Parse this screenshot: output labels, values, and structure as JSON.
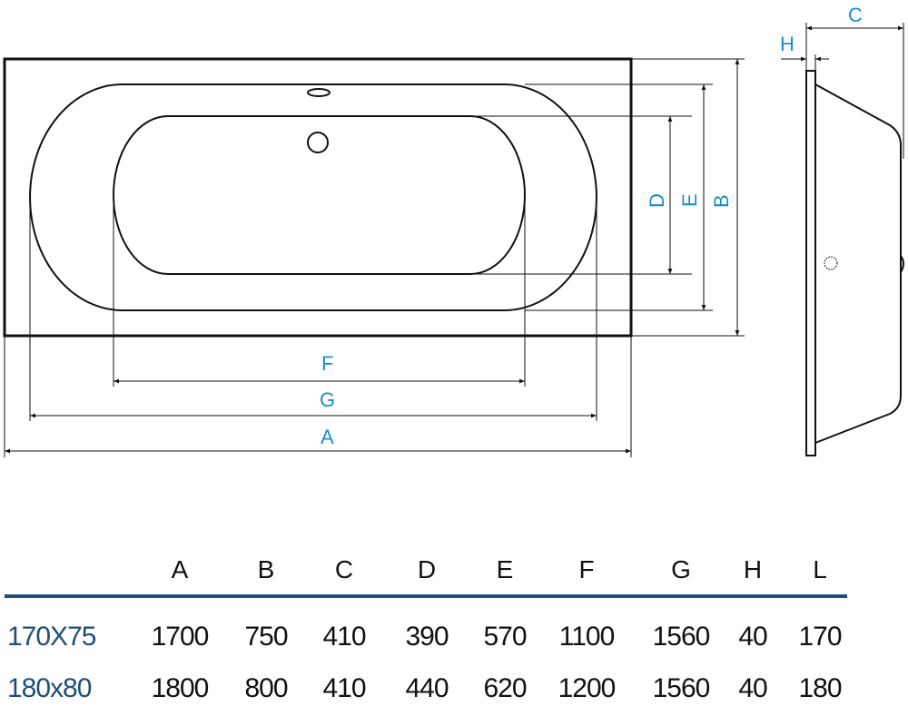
{
  "drawing": {
    "labels": {
      "A": "A",
      "B": "B",
      "C": "C",
      "D": "D",
      "E": "E",
      "F": "F",
      "G": "G",
      "H": "H"
    },
    "label_color": "#1a8ccc"
  },
  "table": {
    "headers": [
      "A",
      "B",
      "C",
      "D",
      "E",
      "F",
      "G",
      "H",
      "L"
    ],
    "rows": [
      {
        "label": "170X75",
        "values": [
          "1700",
          "750",
          "410",
          "390",
          "570",
          "1100",
          "1560",
          "40",
          "170"
        ]
      },
      {
        "label": "180x80",
        "values": [
          "1800",
          "800",
          "410",
          "440",
          "620",
          "1200",
          "1560",
          "40",
          "180"
        ]
      }
    ],
    "rule_color": "#1f4e7a"
  }
}
